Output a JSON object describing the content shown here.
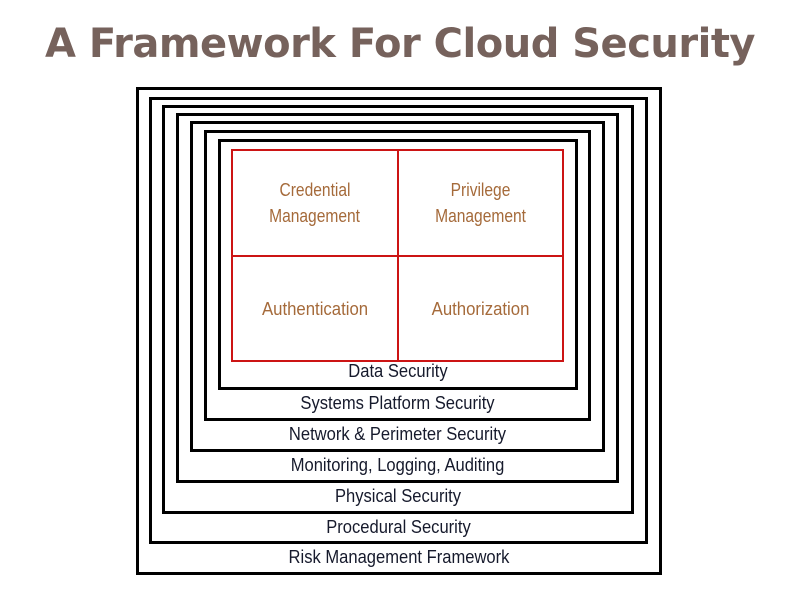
{
  "title": "A Framework For Cloud Security",
  "colors": {
    "title": "#76625c",
    "layer_border": "#000000",
    "layer_label": "#161a2c",
    "core_grid": "#cc1414",
    "core_text": "#a56a3a"
  },
  "layers": [
    {
      "label": "Risk Management Framework"
    },
    {
      "label": "Procedural Security"
    },
    {
      "label": "Physical Security"
    },
    {
      "label": "Monitoring, Logging, Auditing"
    },
    {
      "label": "Network & Perimeter Security"
    },
    {
      "label": "Systems Platform Security"
    },
    {
      "label": "Data Security"
    }
  ],
  "core": {
    "cells": [
      {
        "line1": "Credential",
        "line2": "Management"
      },
      {
        "line1": "Privilege",
        "line2": "Management"
      },
      {
        "line1": "Authentication",
        "line2": ""
      },
      {
        "line1": "Authorization",
        "line2": ""
      }
    ]
  }
}
